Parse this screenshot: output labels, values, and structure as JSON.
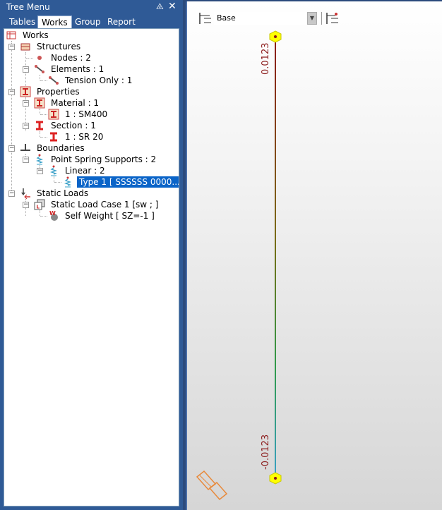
{
  "panel": {
    "title": "Tree Menu",
    "pin_glyph": "⨻",
    "close_glyph": "✕"
  },
  "tabs": [
    "Tables",
    "Works",
    "Group",
    "Report"
  ],
  "tree": {
    "root": "Works",
    "structures": "Structures",
    "nodes": "Nodes : 2",
    "elements": "Elements : 1",
    "tension_only": "Tension Only : 1",
    "properties": "Properties",
    "material": "Material : 1",
    "material_item": "1 : SM400",
    "section": "Section : 1",
    "section_item": "1 : SR 20",
    "boundaries": "Boundaries",
    "spring_supports": "Point Spring Supports : 2",
    "linear": "Linear : 2",
    "type1": "Type 1 [ SSSSSS 0000...",
    "static_loads": "Static Loads",
    "load_case": "Static Load Case 1 [sw ; ]",
    "self_weight": "Self Weight [ SZ=-1 ]"
  },
  "view": {
    "combo_value": "Base",
    "top_value": "0.0123",
    "bottom_value": "-0.0123"
  },
  "colors": {
    "accent": "#2f5a96",
    "selection": "#0a64c8",
    "member_top": "#8b1a1a",
    "member_bottom": "#3aa0c8",
    "node": "#ffff00"
  }
}
